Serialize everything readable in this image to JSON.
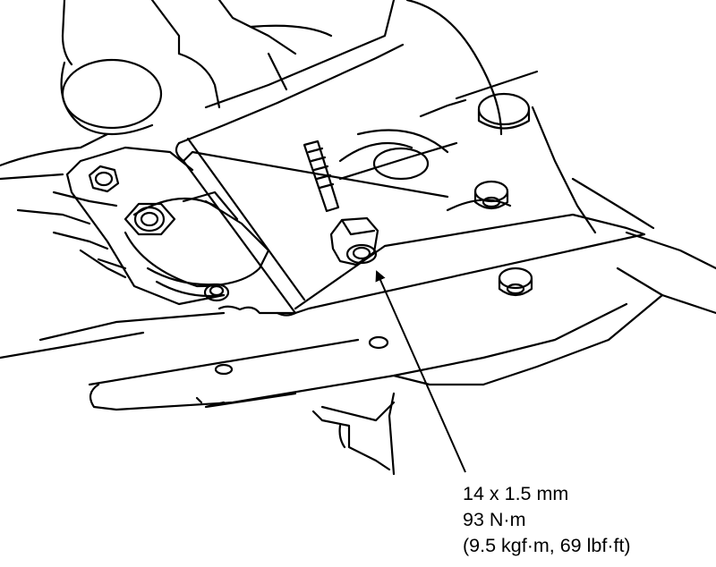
{
  "callout": {
    "size": "14 x 1.5 mm",
    "torque_nm": "93 N·m",
    "torque_alt": "(9.5 kgf·m, 69 lbf·ft)"
  },
  "colors": {
    "line": "#000000",
    "background": "#ffffff"
  }
}
